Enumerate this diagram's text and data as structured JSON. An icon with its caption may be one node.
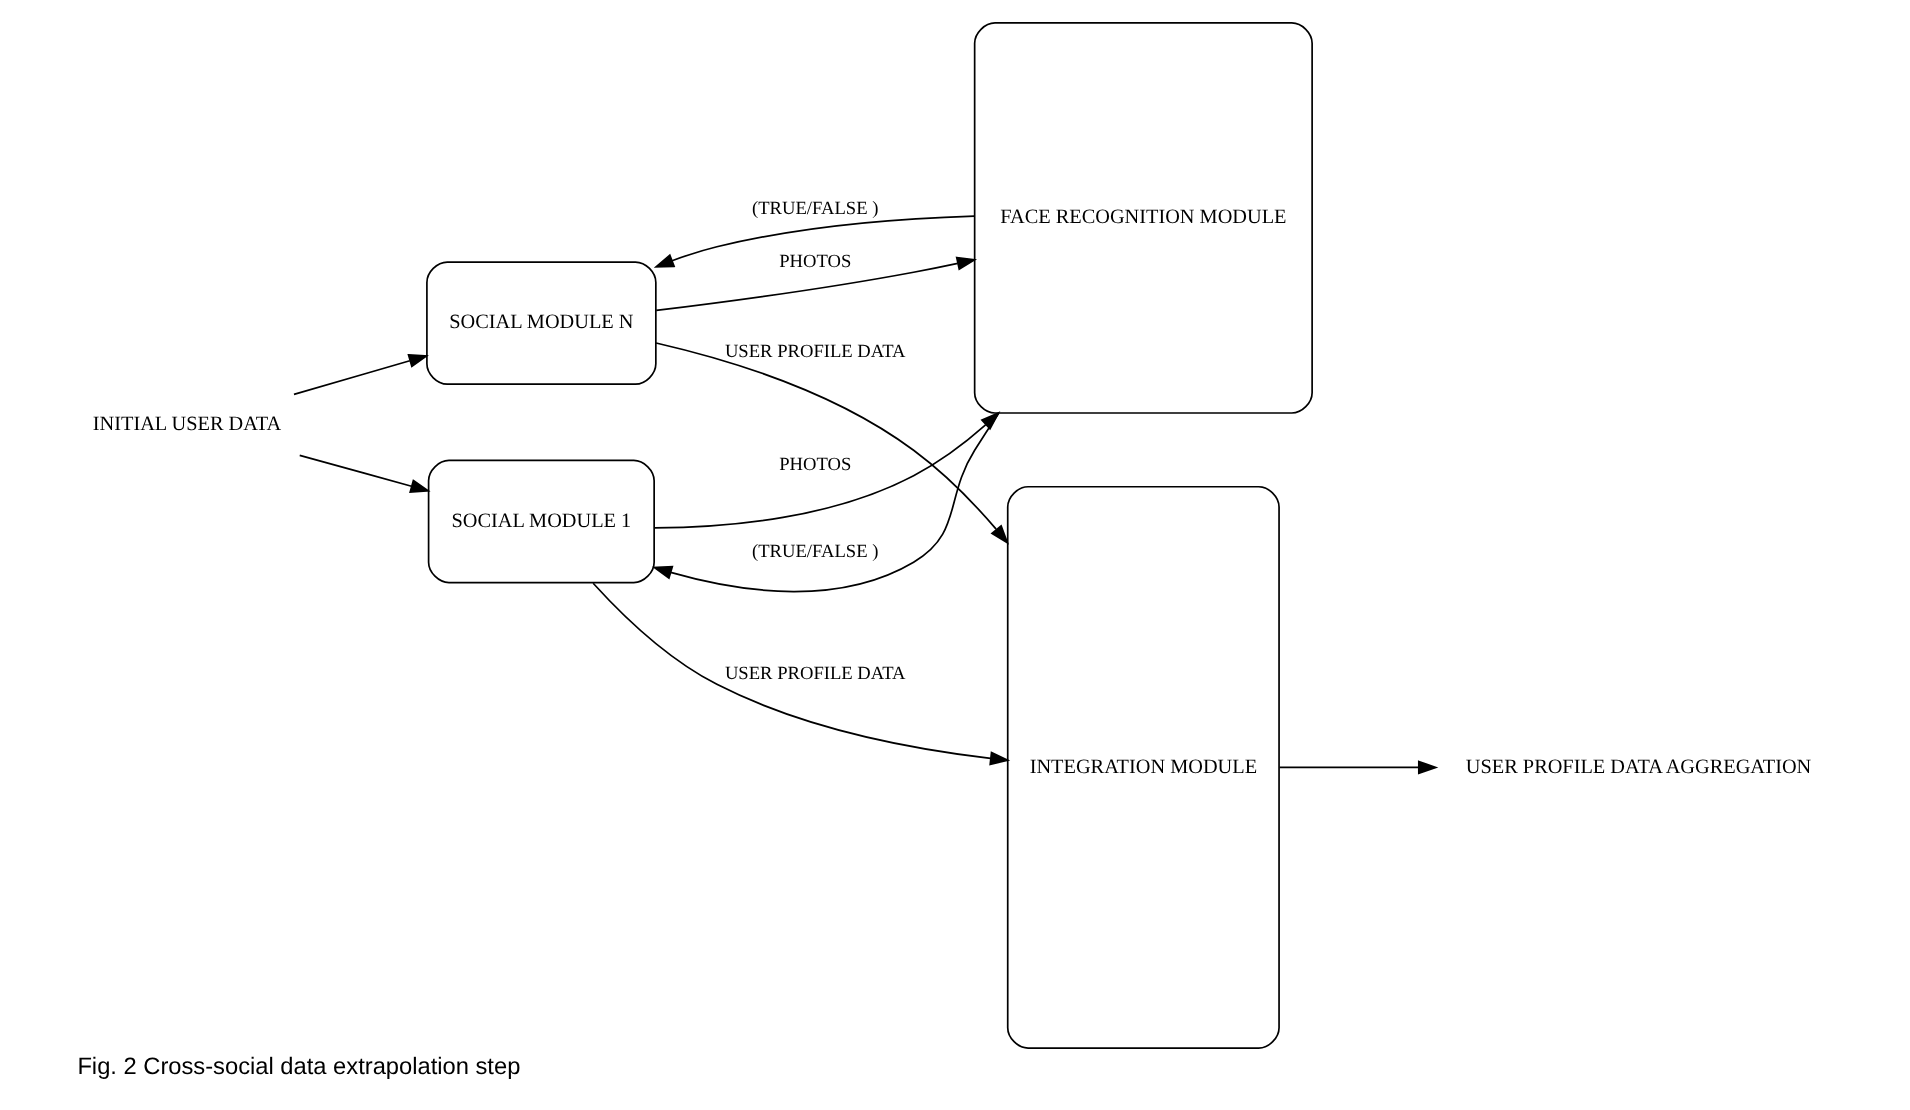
{
  "diagram": {
    "caption": "Fig. 2 Cross-social data extrapolation step",
    "nodes": [
      {
        "text": [
          "INITIAL USER DATA"
        ]
      },
      {
        "text": [
          "SOCIAL MODULE 1"
        ]
      },
      {
        "text": [
          "FACE RECOGNITION MODULE"
        ]
      },
      {
        "text": [
          "SOCIAL MODULE N"
        ]
      },
      {
        "text": [
          "INTEGRATION MODULE"
        ]
      },
      {
        "text": [
          "USER PROFILE DATA AGGREGATION"
        ]
      }
    ],
    "edges": [
      {
        "from": 0,
        "to": 1,
        "arrow": "to"
      },
      {
        "from": 0,
        "to": 3,
        "arrow": "to"
      },
      {
        "from": 1,
        "to": 4,
        "arrow": "to",
        "label": "USER PROFILE DATA"
      },
      {
        "from": 1,
        "to": 2,
        "arrow": "to",
        "label": "PHOTOS"
      },
      {
        "from": 2,
        "to": 1,
        "arrow": "to",
        "label": "(TRUE/FALSE )"
      },
      {
        "from": 2,
        "to": 3,
        "arrow": "to",
        "label": "(TRUE/FALSE )"
      },
      {
        "from": 3,
        "to": 2,
        "arrow": "to",
        "label": "PHOTOS"
      },
      {
        "from": 3,
        "to": 4,
        "arrow": "to",
        "label": "USER PROFILE DATA"
      },
      {
        "from": 4,
        "to": 5,
        "arrow": "to"
      }
    ]
  }
}
